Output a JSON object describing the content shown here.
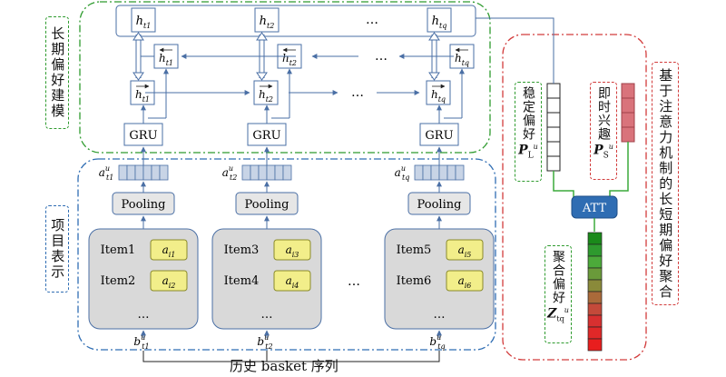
{
  "long_term_label": "长期偏好建模",
  "item_repr_label": "项目表示",
  "stable_pref_label": "稳定偏好",
  "stable_pref_symbol": "P",
  "stable_pref_sub": "L",
  "stable_pref_sup": "u",
  "instant_interest_label": "即时兴趣",
  "instant_interest_symbol": "P",
  "instant_interest_sub": "S",
  "instant_interest_sup": "u",
  "aggregated_pref_label": "聚合偏好",
  "aggregated_pref_symbol": "Z",
  "aggregated_pref_sub": "tq",
  "aggregated_pref_sup": "u",
  "model_label": "基于注意力机制的长短期偏好聚合",
  "att_label": "ATT",
  "bottom_label": "历史 basket 序列",
  "gru_label": "GRU",
  "pooling_label": "Pooling",
  "ellipsis": "…",
  "columns": [
    {
      "h_sub": "t1",
      "a_sub": "t1",
      "b_sub": "t1",
      "items": [
        {
          "name": "Item1",
          "emb_sub": "i1"
        },
        {
          "name": "Item2",
          "emb_sub": "i2"
        }
      ],
      "more": "…"
    },
    {
      "h_sub": "t2",
      "a_sub": "t2",
      "b_sub": "t2",
      "items": [
        {
          "name": "Item3",
          "emb_sub": "i3"
        },
        {
          "name": "Item4",
          "emb_sub": "i4"
        }
      ],
      "more": "…"
    },
    {
      "h_sub": "tq",
      "a_sub": "tq",
      "b_sub": "tq",
      "items": [
        {
          "name": "Item5",
          "emb_sub": "i5"
        },
        {
          "name": "Item6",
          "emb_sub": "i6"
        }
      ],
      "more": "…"
    }
  ],
  "colors": {
    "green_border": "#2e9b2e",
    "blue_border": "#2f6db3",
    "red_border": "#d23c3c",
    "box_stroke": "#4a6fa5",
    "item_block_fill": "#d9d9d9",
    "embed_fill": "#f2ee8a",
    "att_fill": "#2f6db3",
    "green_line": "#3caa3c",
    "short_term_fill": "#d9737b"
  },
  "heat_colors": [
    "#1a8a1a",
    "#2e9a2e",
    "#4caa3a",
    "#6a9a3a",
    "#8a8a3a",
    "#aa6a3a",
    "#c44a3a",
    "#d83030",
    "#e02828",
    "#e81e1e"
  ]
}
